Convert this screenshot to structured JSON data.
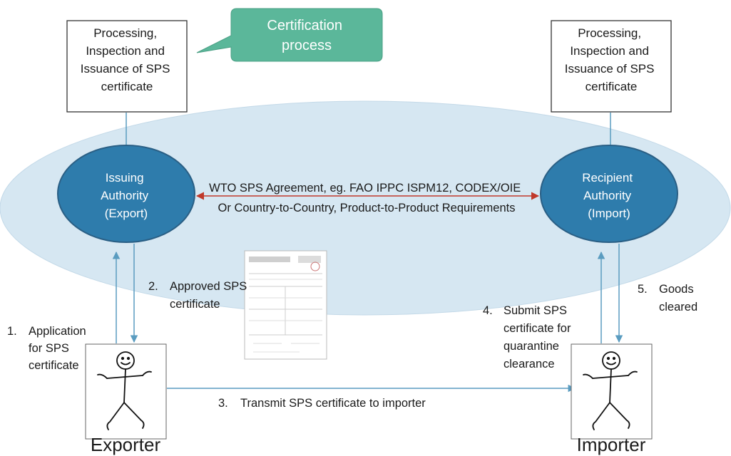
{
  "callout": {
    "line1": "Certification",
    "line2": "process"
  },
  "processing_box_left": {
    "lines": [
      "Processing,",
      "Inspection and",
      "Issuance of SPS",
      "certificate"
    ]
  },
  "processing_box_right": {
    "lines": [
      "Processing,",
      "Inspection and",
      "Issuance of SPS",
      "certificate"
    ]
  },
  "issuing_authority": {
    "lines": [
      "Issuing",
      "Authority",
      "(Export)"
    ]
  },
  "recipient_authority": {
    "lines": [
      "Recipient",
      "Authority",
      "(Import)"
    ]
  },
  "agreement": {
    "line1": "WTO SPS Agreement, eg. FAO IPPC ISPM12, CODEX/OIE",
    "line2": "Or Country-to-Country, Product-to-Product Requirements"
  },
  "steps": {
    "step1": {
      "number": "1.",
      "lines": [
        "Application",
        "for SPS",
        "certificate"
      ]
    },
    "step2": {
      "number": "2.",
      "lines": [
        "Approved SPS",
        "certificate"
      ]
    },
    "step3": {
      "number": "3.",
      "text": "Transmit SPS certificate to importer"
    },
    "step4": {
      "number": "4.",
      "lines": [
        "Submit SPS",
        "certificate for",
        "quarantine",
        "clearance"
      ]
    },
    "step5": {
      "number": "5.",
      "lines": [
        "Goods",
        "cleared"
      ]
    }
  },
  "actors": {
    "exporter": "Exporter",
    "importer": "Importer"
  },
  "colors": {
    "outer_ellipse": "#d6e7f2",
    "authority_fill": "#2e7cac",
    "authority_stroke": "#2a5f85",
    "callout_fill": "#5bb79a",
    "arrow_blue": "#5a9cc0",
    "arrow_red": "#c0392b"
  }
}
